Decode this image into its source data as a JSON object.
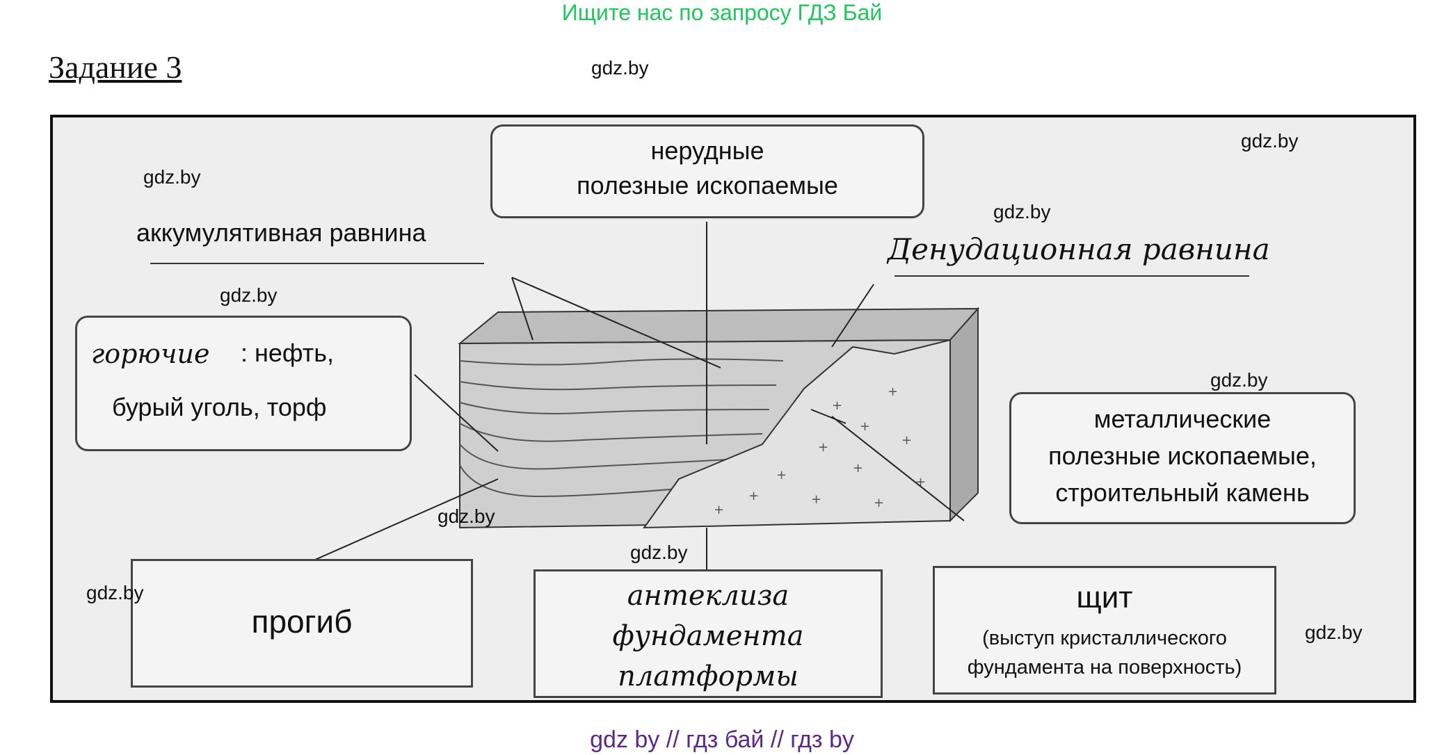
{
  "banner": "Ищите нас по запросу ГДЗ Бай",
  "task_title": "Задание 3",
  "watermark": "gdz.by",
  "labels": {
    "nonmetallic": [
      "нерудные",
      "полезные ископаемые"
    ],
    "accumulative_plain": "аккумулятивная равнина",
    "denudation_plain": "Денудационная равнина",
    "combustible_hand": "горючие",
    "combustible_text_1": ": нефть,",
    "combustible_text_2": "бурый уголь, торф",
    "metallic": [
      "металлические",
      "полезные ископаемые,",
      "строительный камень"
    ],
    "trough": "прогиб",
    "anteclise": [
      "антеклиза",
      "фундамента",
      "платформы"
    ],
    "shield_title": "щит",
    "shield_note": [
      "(выступ кристаллического",
      "фундамента на поверхность)"
    ]
  },
  "footer": "gdz by  //  гдз бай  //  гдз by"
}
